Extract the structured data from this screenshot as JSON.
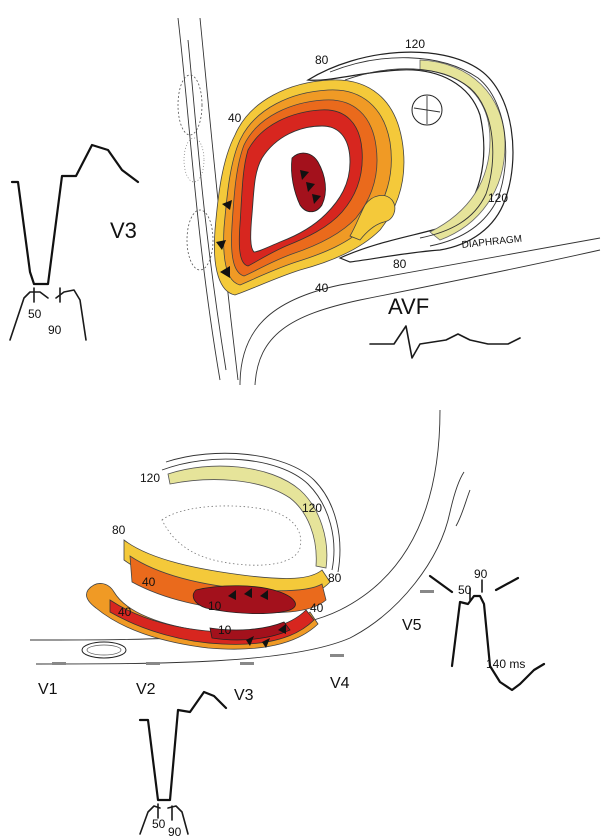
{
  "colors": {
    "c10": "#a3111c",
    "c40": "#d7261f",
    "c60": "#ea6a1c",
    "c80": "#f09a25",
    "c100": "#f4c93a",
    "c120": "#e6e49a",
    "ink": "#1a1a1a"
  },
  "top": {
    "lead_v3": "V3",
    "lead_avf": "AVF",
    "diaphragm": "DIAPHRAGM",
    "iso": {
      "i40_top": "40",
      "i80_top": "80",
      "i120_top": "120",
      "i120_right": "120",
      "i80_bottom": "80",
      "i40_bottom": "40"
    },
    "trace_marks": {
      "m50": "50",
      "m90": "90"
    }
  },
  "bottom": {
    "leads": {
      "v1": "V1",
      "v2": "V2",
      "v3": "V3",
      "v4": "V4",
      "v5": "V5"
    },
    "iso": {
      "i120_left": "120",
      "i120_right": "120",
      "i80_left": "80",
      "i80_right": "80",
      "i40_left": "40",
      "i40_mid": "40",
      "i40_right": "40",
      "i10_upper": "10",
      "i10_lower": "10"
    },
    "v5_marks": {
      "m50": "50",
      "m90": "90",
      "m140": "140 ms"
    },
    "v3_marks": {
      "m50": "50",
      "m90": "90"
    }
  }
}
